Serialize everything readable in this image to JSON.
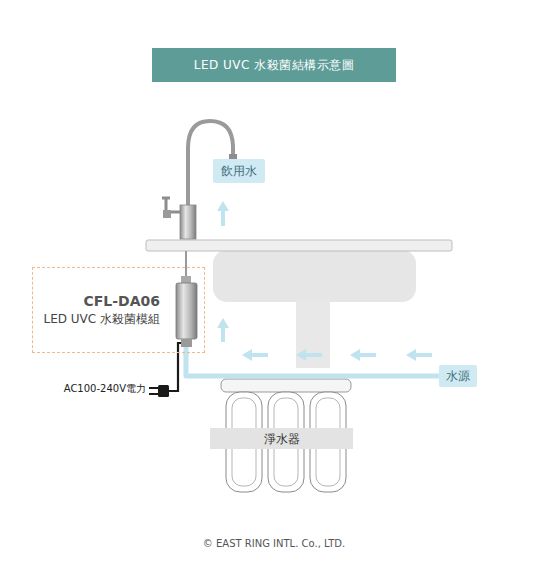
{
  "diagram": {
    "title": "LED UVC 水殺菌結構示意圖",
    "nodes": [
      {
        "text": [
          "飲用水"
        ]
      },
      {
        "text": [
          "CFL-DA06",
          "LED UVC 水殺菌模組"
        ]
      },
      {
        "text": [
          "水源"
        ]
      },
      {
        "text": [
          "淨水器"
        ]
      }
    ],
    "edges": [
      {
        "from": 2,
        "to": 1,
        "arrow": "none"
      }
    ],
    "labels": [
      "AC100-240V電力",
      "© EAST RING INTL. Co., LTD."
    ]
  }
}
